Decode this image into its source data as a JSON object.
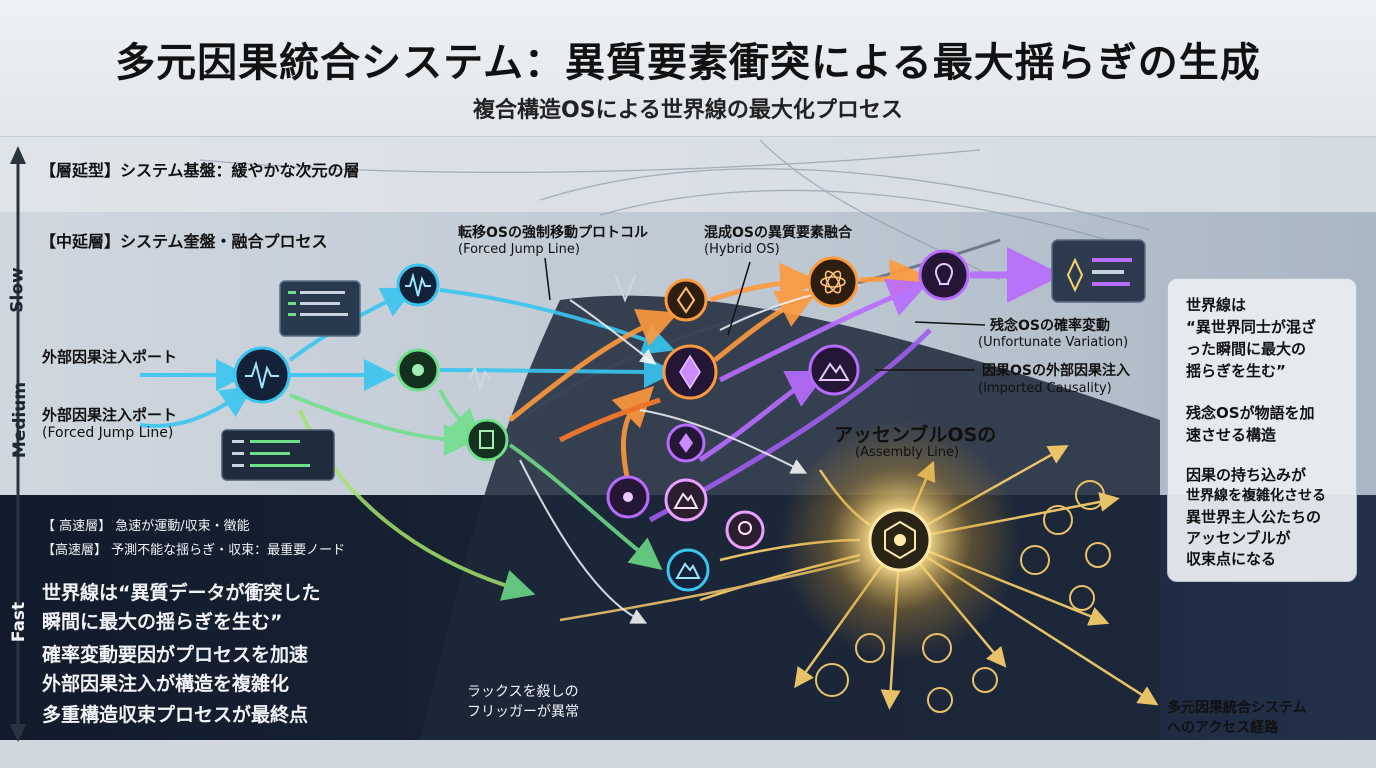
{
  "header": {
    "title": "多元因果統合システム：異質要素衝突による最大揺らぎの生成",
    "subtitle": "複合構造OSによる世界線の最大化プロセス"
  },
  "axis": {
    "slow": "Slow",
    "medium": "Medium",
    "fast": "Fast"
  },
  "layers": {
    "slow_label": "【層延型】システム基盤：緩やかな次元の層",
    "medium_label": "【中延層】システム奎盤・融合プロセス"
  },
  "ports": {
    "port1": "外部因果注入ポート",
    "port2": "外部因果注入ポート",
    "port2_sub": "(Forced Jump Line)"
  },
  "processes": {
    "forced_jump": "転移OSの強制移動プロトコル",
    "forced_jump_sub": "(Forced Jump Line)",
    "hybrid": "混成OSの異質要素融合",
    "hybrid_sub": "(Hybrid OS)",
    "unfortunate": "残念OSの確率変動",
    "unfortunate_sub": "(Unfortunate Variation)",
    "imported": "因果OSの外部因果注入",
    "imported_sub": "(Imported Causality)",
    "assembly": "アッセンブルOSの",
    "assembly_sub": "(Assembly Line)"
  },
  "fast_section": {
    "line1": "【 高速層】 急速が運動/収束・徵能",
    "line2": "【高速層】 予測不能な揺らぎ・収束：最重要ノード",
    "statements": [
      "世界線は“異質データが衝突した",
      "瞬間に最大の揺らぎを生む”",
      "確率変動要因がプロセスを加速",
      "外部因果注入が構造を複雑化",
      "多重構造収束プロセスが最終点"
    ],
    "trigger_line1": "ラックスを殺しの",
    "trigger_line2": "フリッガーが異常"
  },
  "side_panel": {
    "lines": [
      "世界線は",
      "“異世界同士が混ざ",
      "った瞬間に最大の",
      "揺らぎを生む”",
      "残念OSが物語を加",
      "速させる構造",
      "因果の持ち込みが",
      "世界線を複雑化させる",
      "異世界主人公たちの",
      "アッセンブルが",
      "収束点になる"
    ]
  },
  "access": {
    "line1": "多元因果統合システム",
    "line2": "へのアクセス経路"
  },
  "colors": {
    "cyan": "#39c6f0",
    "green": "#6fe08a",
    "orange": "#ff9a3c",
    "purple": "#b86cff",
    "gold": "#ffd36b",
    "dark_bg": "#141e2f"
  },
  "icons": {
    "waveform": "waveform-icon",
    "molecule": "molecule-icon",
    "document": "document-icon",
    "crystal": "crystal-icon",
    "atom": "atom-icon",
    "mountain": "mountain-icon",
    "lightbulb": "lightbulb-icon",
    "hexagon": "hexagon-core-icon",
    "rocket": "rocket-icon"
  }
}
